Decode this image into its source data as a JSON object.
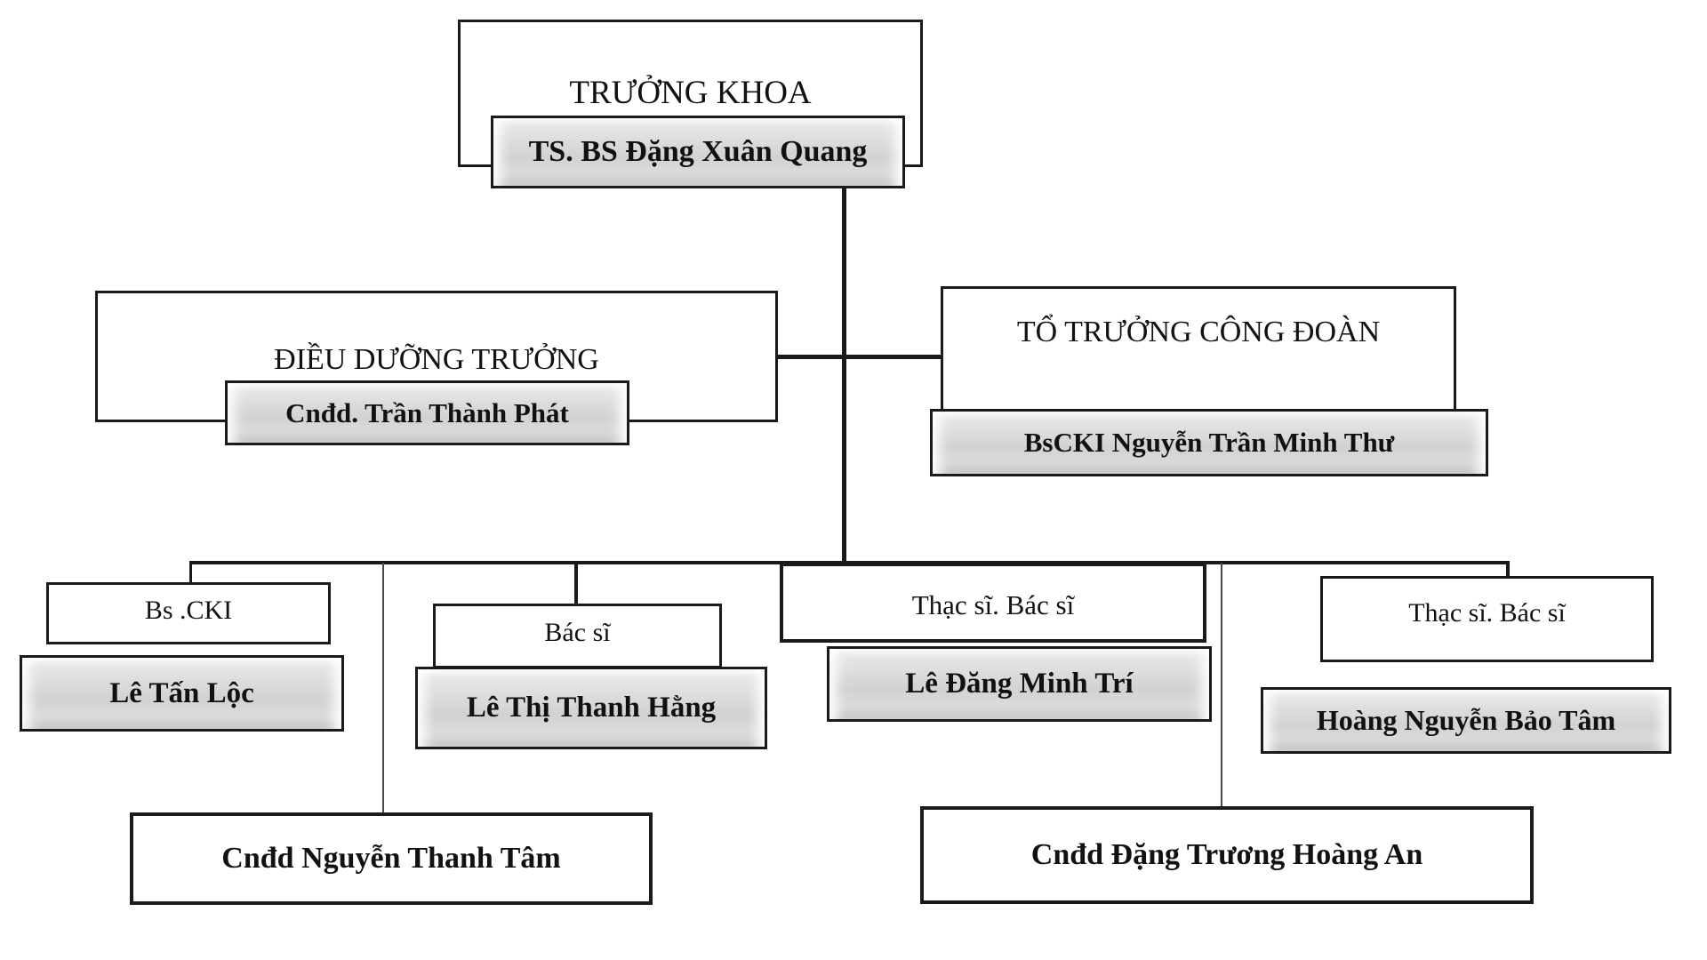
{
  "org": {
    "type": "org-chart",
    "nodes": [
      {
        "id": "truong-khoa",
        "title": "TRƯỞNG KHOA",
        "name": "TS. BS Đặng Xuân Quang"
      },
      {
        "id": "dieu-duong-truong",
        "title": "ĐIỀU DƯỠNG TRƯỞNG",
        "name": "Cnđd. Trần Thành Phát"
      },
      {
        "id": "to-truong-cong-doan",
        "title": "TỔ TRƯỞNG CÔNG ĐOÀN",
        "name": "BsCKI Nguyễn Trần Minh Thư"
      },
      {
        "id": "bs-cki",
        "title": "Bs .CKI",
        "name": "Lê Tấn Lộc"
      },
      {
        "id": "bac-si",
        "title": "Bác sĩ",
        "name": "Lê Thị Thanh Hằng"
      },
      {
        "id": "thac-si-bac-si-1",
        "title": "Thạc sĩ. Bác sĩ",
        "name": "Lê Đăng Minh Trí"
      },
      {
        "id": "thac-si-bac-si-2",
        "title": "Thạc sĩ. Bác sĩ",
        "name": "Hoàng Nguyễn Bảo Tâm"
      },
      {
        "id": "cndd-nguyen-thanh-tam",
        "name": "Cnđd Nguyễn Thanh Tâm"
      },
      {
        "id": "cndd-dang-truong-hoang-an",
        "name": "Cnđd Đặng Trương Hoàng An"
      }
    ],
    "colors": {
      "background": "#ffffff",
      "box_border": "#1a1a1a",
      "name_box_fill": "#d9d9d9",
      "connector": "#1a1a1a",
      "thin_connector": "#4a4a4a"
    }
  }
}
